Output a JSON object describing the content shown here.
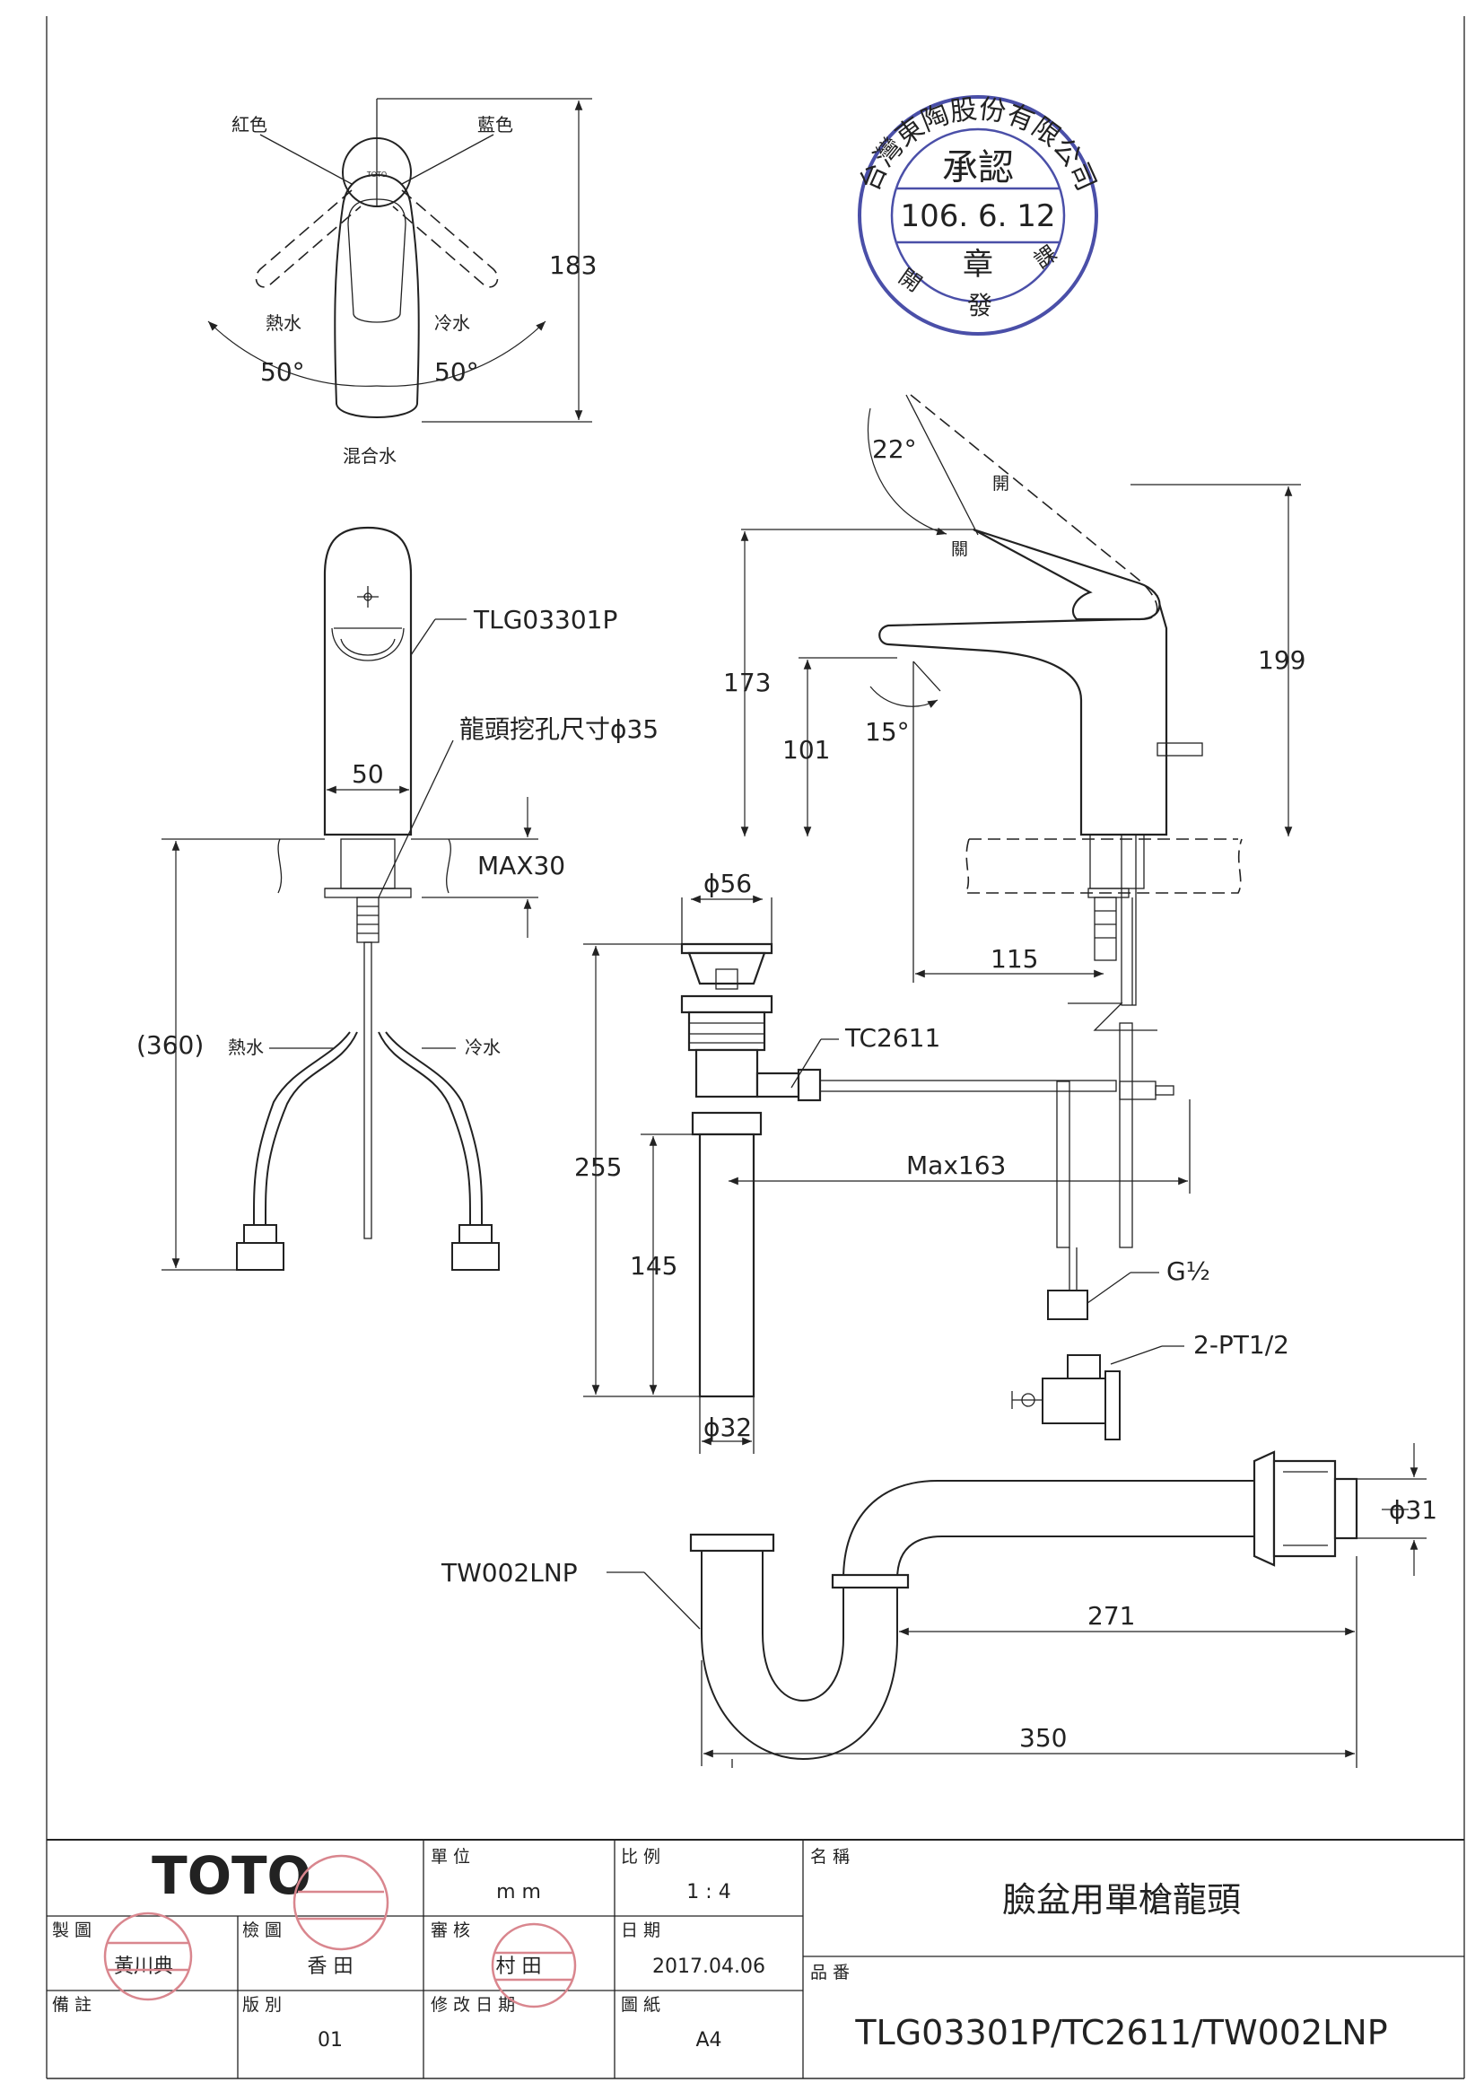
{
  "top_view": {
    "red_label": "紅色",
    "blue_label": "藍色",
    "hot_label": "熱水",
    "cold_label": "冷水",
    "mix_label": "混合水",
    "angle_left": "50°",
    "angle_right": "50°",
    "height": "183"
  },
  "front_view": {
    "model": "TLG03301P",
    "hole_label": "龍頭挖孔尺寸ϕ35",
    "width": "50",
    "max_thickness": "MAX30",
    "hose_length": "(360)",
    "hot_label": "熱水",
    "cold_label": "冷水"
  },
  "side_view": {
    "lever_angle": "22°",
    "open_label": "開",
    "close_label": "關",
    "spout_angle": "15°",
    "height_total": "173",
    "height_spout": "101",
    "height_open": "199",
    "reach": "115"
  },
  "drain": {
    "top_dia": "ϕ56",
    "model": "TC2611",
    "length_total": "255",
    "length_tail": "145",
    "rod_max": "Max163",
    "bottom_dia": "ϕ32",
    "hose_thread": "G½",
    "stop_valve": "2-PT1/2"
  },
  "trap": {
    "model": "TW002LNP",
    "outlet_dia": "ϕ31",
    "length_inner": "271",
    "length_total": "350"
  },
  "stamp": {
    "outer_text": "台灣東陶股份有限公司",
    "approve": "承認",
    "date": "106. 6. 12",
    "seal": "章",
    "left": "開",
    "bottom": "發",
    "right": "課",
    "color": "#4a4fa8"
  },
  "title_block": {
    "logo": "TOTO",
    "unit_label": "單 位",
    "unit_value": "m m",
    "scale_label": "比 例",
    "scale_value": "1 : 4",
    "name_label": "名 稱",
    "name_value": "臉盆用單槍龍頭",
    "drawn_label": "製 圖",
    "drawn_value": "黃川典",
    "checked_label": "檢 圖",
    "checked_value": "香 田",
    "reviewed_label": "審 核",
    "reviewed_value": "村 田",
    "date_label": "日 期",
    "date_value": "2017.04.06",
    "part_label": "品 番",
    "part_value": "TLG03301P/TC2611/TW002LNP",
    "note_label": "備 註",
    "version_label": "版 別",
    "version_value": "01",
    "revdate_label": "修 改 日 期",
    "paper_label": "圖 紙",
    "paper_value": "A4",
    "seal_color": "#d9868e"
  }
}
